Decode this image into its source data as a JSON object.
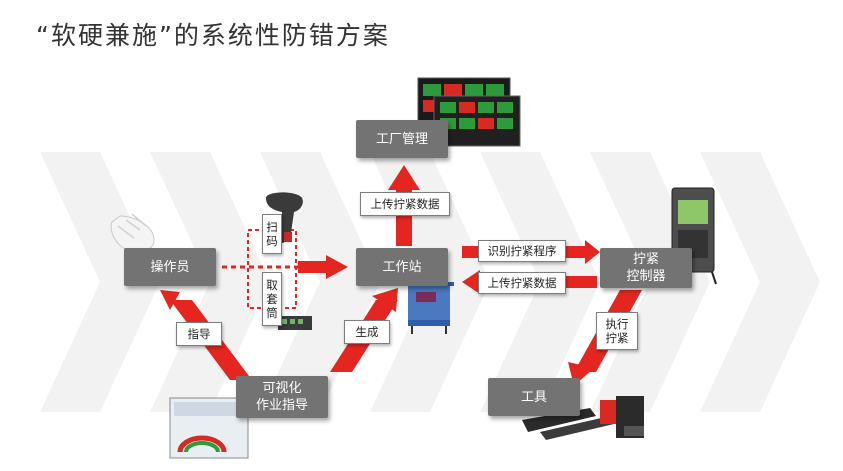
{
  "title": "“软硬兼施”的系统性防错方案",
  "nodes": {
    "factory": "工厂管理",
    "operator": "操作员",
    "workstation": "工作站",
    "controller_line1": "拧紧",
    "controller_line2": "控制器",
    "tool": "工具",
    "guide_line1": "可视化",
    "guide_line2": "作业指导"
  },
  "labels": {
    "upload_top": "上传拧紧数据",
    "identify_program": "识别拧紧程序",
    "upload_right": "上传拧紧数据",
    "scan": "扫码",
    "take_socket": "取套筒",
    "guide": "指导",
    "generate": "生成",
    "exec_line1": "执行",
    "exec_line2": "拧紧"
  },
  "colors": {
    "accent": "#e52620",
    "node_bg": "#737373",
    "chevron": "#f1f1f1"
  }
}
